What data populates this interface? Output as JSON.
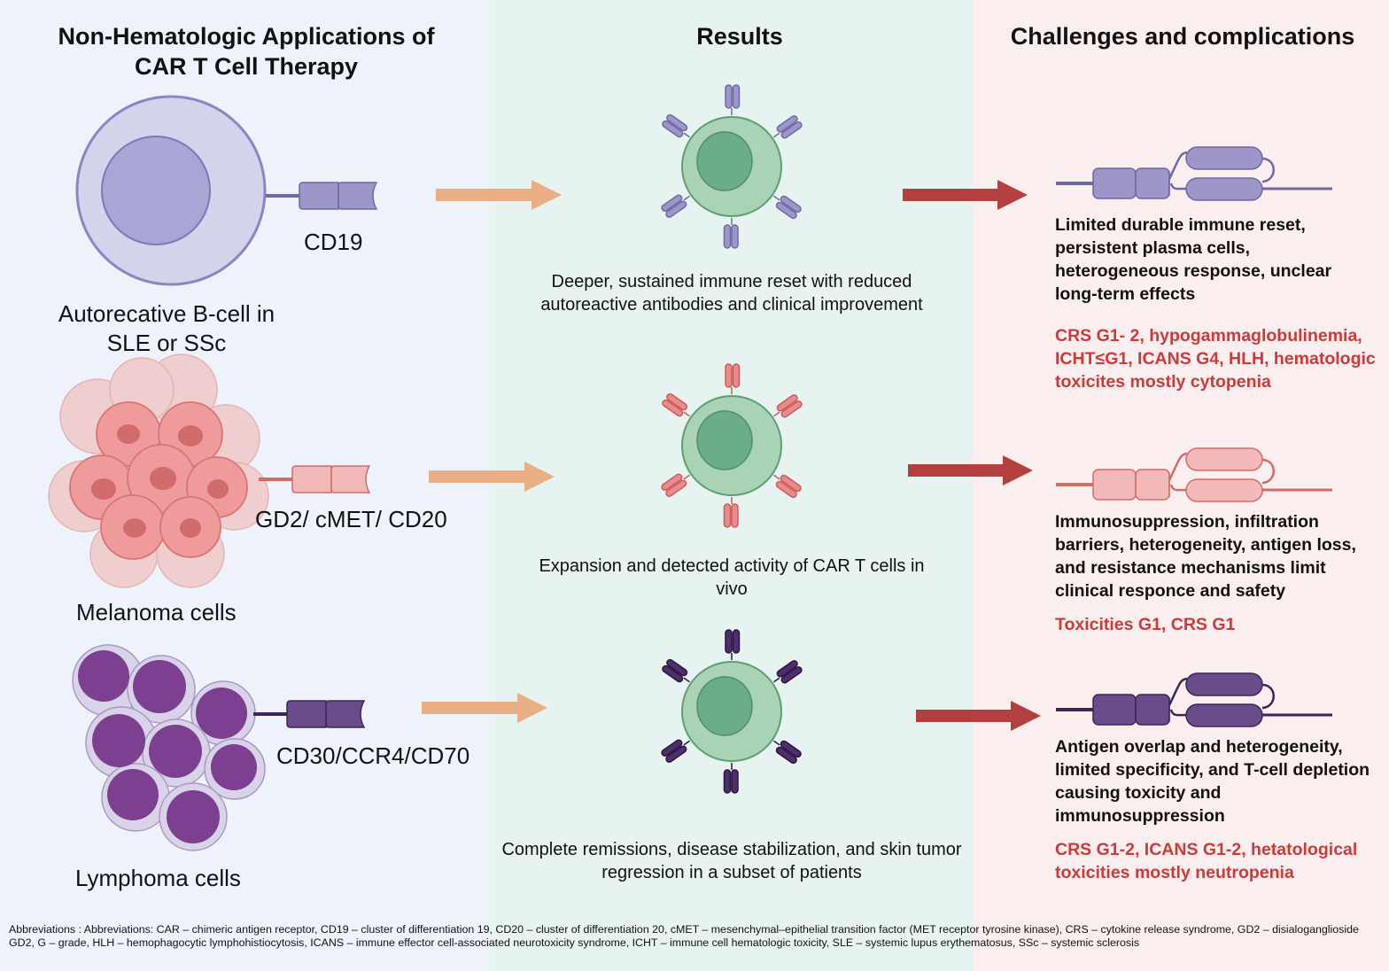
{
  "headers": {
    "left": "Non-Hematologic Applications of CAR T Cell Therapy",
    "middle": "Results",
    "right": "Challenges and complications"
  },
  "rows": [
    {
      "cell_label": "Autorecative B-cell in SLE or SSc",
      "antigen": "CD19",
      "result": "Deeper, sustained immune reset with reduced autoreactive antibodies and clinical improvement",
      "challenge": "Limited durable immune reset, persistent plasma cells, heterogeneous response, unclear long-term effects",
      "toxicity": "CRS G1- 2, hypogammaglobulinemia, ICHT≤G1, ICANS G4, HLH, hematologic toxicites mostly cytopenia",
      "receptor_color": "#9d97c9",
      "receptor_stroke": "#6f69a3"
    },
    {
      "cell_label": "Melanoma cells",
      "antigen": "GD2/ cMET/ CD20",
      "result": "Expansion and detected activity of CAR T cells in vivo",
      "challenge": "Immunosuppression, infiltration barriers, heterogeneity, antigen loss, and resistance mechanisms limit clinical responce and safety",
      "toxicity": "Toxicities G1, CRS G1",
      "receptor_color": "#f2b9b9",
      "receptor_stroke": "#d46b6b"
    },
    {
      "cell_label": "Lymphoma cells",
      "antigen": "CD30/CCR4/CD70",
      "result": "Complete remissions, disease stabilization, and skin tumor regression in a subset of patients",
      "challenge": "Antigen overlap and heterogeneity, limited specificity, and T-cell depletion causing toxicity and immunosuppression",
      "toxicity": "CRS G1-2, ICANS G1-2, hetatological toxicities mostly neutropenia",
      "receptor_color": "#6a4b8c",
      "receptor_stroke": "#3c2656"
    }
  ],
  "abbreviations": "Abbreviations : Abbreviations: CAR – chimeric antigen receptor, CD19 – cluster of differentiation 19, CD20 – cluster of differentiation 20, cMET – mesenchymal–epithelial transition factor (MET receptor tyrosine kinase), CRS – cytokine release syndrome, GD2 – disialoganglioside GD2, G – grade, HLH – hemophagocytic lymphohistiocytosis, ICANS – immune effector cell-associated neurotoxicity syndrome, ICHT – immune cell hematologic toxicity, SLE – systemic lupus erythematosus, SSc – systemic sclerosis",
  "colors": {
    "arrow_orange": "#e9ae84",
    "arrow_red": "#b3403f",
    "tcell_fill": "#a9d3b4",
    "tcell_nucleus": "#6aad88",
    "toxicity_text": "#cc3a3a"
  },
  "icons": [
    "b-cell-icon",
    "melanoma-cluster-icon",
    "lymphoma-cluster-icon",
    "car-t-cell-icon",
    "car-receptor-icon"
  ]
}
